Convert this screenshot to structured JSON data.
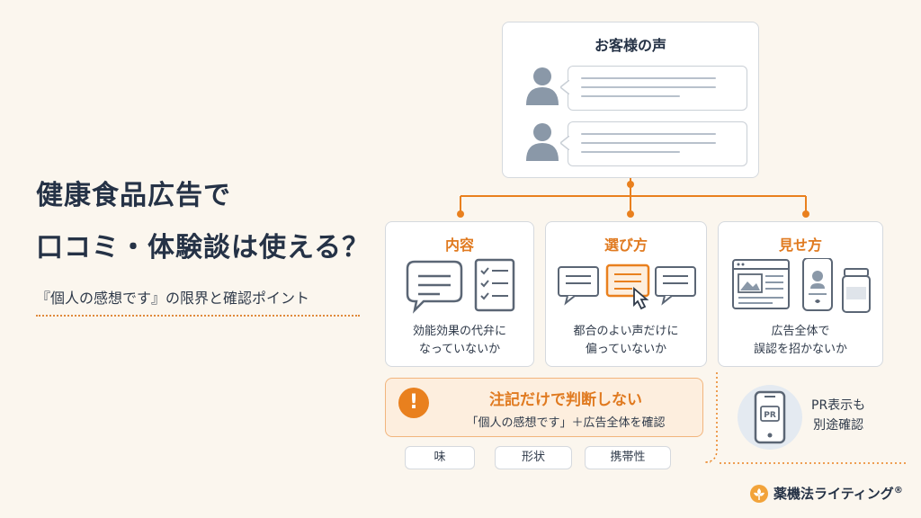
{
  "title": {
    "line1": "健康食品広告で",
    "line2": "口コミ・体験談は使える？"
  },
  "subtitle": "『個人の感想です』の限界と確認ポイント",
  "voices": {
    "title": "お客様の声"
  },
  "categories": [
    {
      "title": "内容",
      "line1": "効能効果の代弁に",
      "line2": "なっていないか"
    },
    {
      "title": "選び方",
      "line1": "都合のよい声だけに",
      "line2": "偏っていないか"
    },
    {
      "title": "見せ方",
      "line1": "広告全体で",
      "line2": "誤認を招かないか"
    }
  ],
  "notice": {
    "icon": "!",
    "title": "注記だけで判断しない",
    "sub": "「個人の感想です」＋広告全体を確認"
  },
  "pills": [
    "味",
    "形状",
    "携帯性"
  ],
  "pr": {
    "badge": "PR",
    "line1": "PR表示も",
    "line2": "別途確認"
  },
  "brand": {
    "name": "薬機法ライティング",
    "mark": "®"
  },
  "colors": {
    "accent": "#e9801e",
    "accent_light": "#fdeede",
    "text": "#253246",
    "border": "#d5d9de",
    "icon": "#8a98a8",
    "background": "#fbf6ee"
  }
}
